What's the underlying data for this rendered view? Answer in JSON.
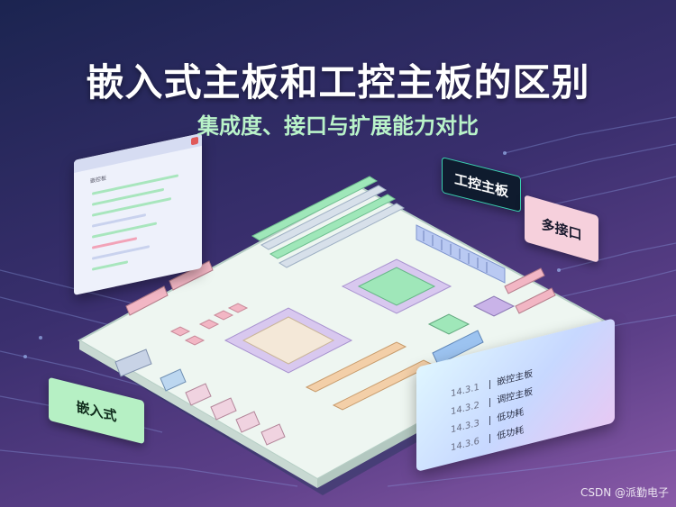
{
  "title": "嵌入式主板和工控主板的区别",
  "subtitle": "集成度、接口与扩展能力对比",
  "tags": {
    "industrial": "工控主板",
    "multi_interface": "多接口",
    "embedded": "嵌入式"
  },
  "comparison_card": {
    "rows": [
      {
        "num": "14.3.1",
        "label": "嵌控主板"
      },
      {
        "num": "14.3.2",
        "label": "调控主板"
      },
      {
        "num": "14.3.3",
        "label": "低功耗"
      },
      {
        "num": "14.3.6",
        "label": "低功耗"
      }
    ]
  },
  "window": {
    "title": "嵌控板"
  },
  "watermark": "CSDN @派勤电子",
  "colors": {
    "board": "#e9f3ee",
    "board_edge": "#b7cfc6",
    "chip_green": "#9fe7b9",
    "chip_purple": "#c9b3e8",
    "accent_cyan": "#66d2e6",
    "accent_pink": "#f2a3b8"
  }
}
